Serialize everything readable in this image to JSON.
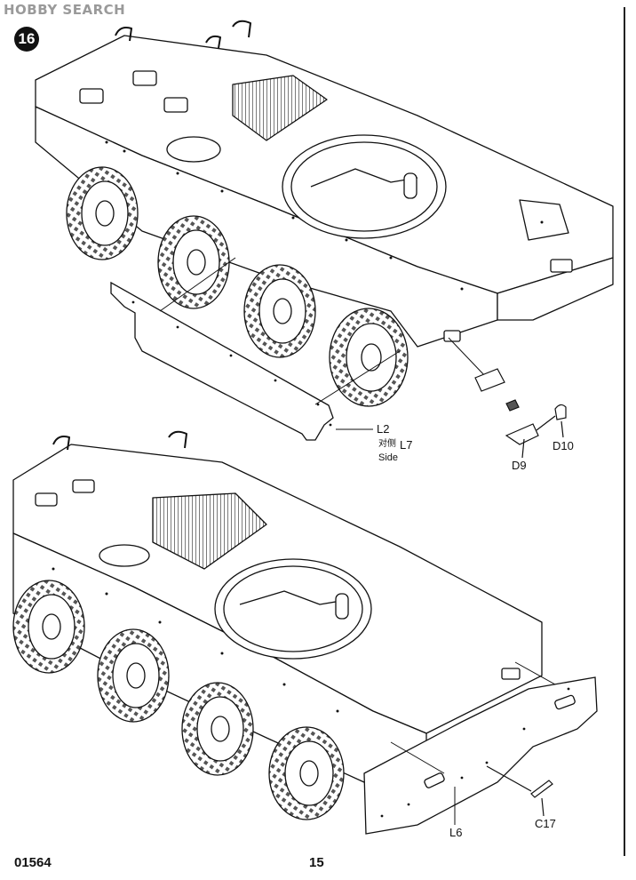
{
  "header": {
    "watermark": "HOBBY SEARCH",
    "step_number": "16"
  },
  "callouts": {
    "top": {
      "l2": "L2",
      "side_cn": "对侧",
      "l7": "L7",
      "side_en": "Side",
      "d9": "D9",
      "d10": "D10"
    },
    "bottom": {
      "l6": "L6",
      "c17": "C17"
    }
  },
  "footer": {
    "kit_number": "01564",
    "page_number": "15"
  }
}
